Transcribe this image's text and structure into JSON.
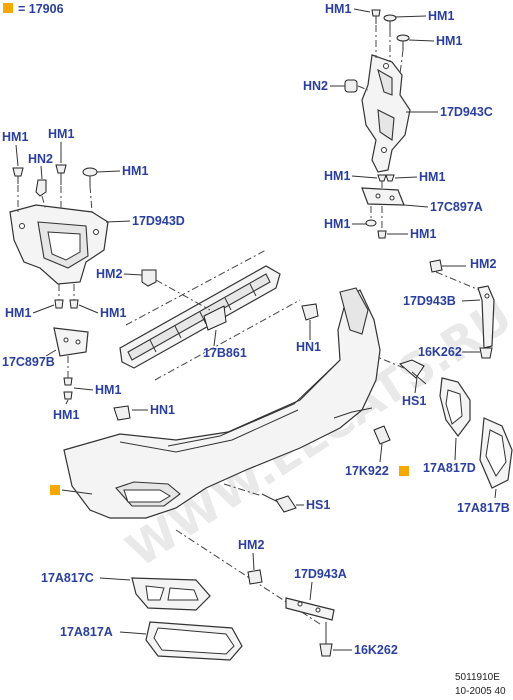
{
  "legend": {
    "text": "= 17906",
    "marker_color": "#f5a800"
  },
  "watermark": "WWW.ELCATS.RU",
  "footer": {
    "ref1": "5011910E",
    "ref2": "10-2005 40"
  },
  "label_color": "#2a3f9e",
  "labels": {
    "hm1_top_a": "HM1",
    "hm1_top_b": "HM1",
    "hm1_top_c": "HM1",
    "hn2_right": "HN2",
    "d17d943c": "17D943C",
    "hm1_mid_a": "HM1",
    "hm1_mid_b": "HM1",
    "c17c897a": "17C897A",
    "hm1_mid_c": "HM1",
    "hm1_mid_d": "HM1",
    "hm1_left_a": "HM1",
    "hm1_left_b": "HM1",
    "hn2_left": "HN2",
    "hm1_left_c": "HM1",
    "d17d943d": "17D943D",
    "hm2_center": "HM2",
    "hm1_left_d": "HM1",
    "hm1_left_e": "HM1",
    "c17c897b": "17C897B",
    "hm1_left_f": "HM1",
    "hm1_left_g": "HM1",
    "b17b861": "17B861",
    "hn1_mid": "HN1",
    "hm2_right": "HM2",
    "d17d943b": "17D943B",
    "k16k262_top": "16K262",
    "hs1_right": "HS1",
    "hn1_left": "HN1",
    "k17k922": "17K922",
    "a17a817d": "17A817D",
    "hs1_bottom": "HS1",
    "a17a817b": "17A817B",
    "hm2_bottom": "HM2",
    "d17d943a": "17D943A",
    "a17a817c": "17A817C",
    "a17a817a": "17A817A",
    "k16k262_bottom": "16K262"
  }
}
